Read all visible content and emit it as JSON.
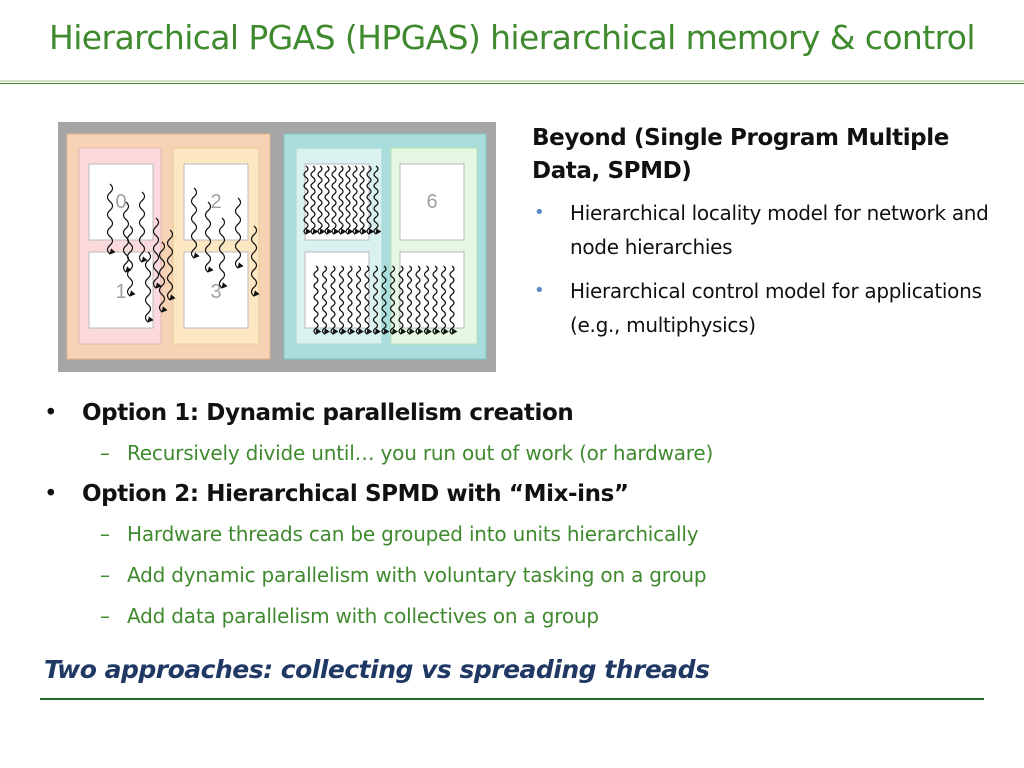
{
  "slide": {
    "title": "Hierarchical PGAS (HPGAS) hierarchical memory & control",
    "diagram": {
      "node_labels": [
        "0",
        "1",
        "2",
        "3",
        "6"
      ],
      "colors": {
        "outer_frame": "#a6a6a6",
        "group_left": "#f6d3b4",
        "group_right": "#a9dedd",
        "left_unit_a": "#fbd9dc",
        "left_unit_b": "#fde7c2",
        "right_unit_a": "#d9f1ef",
        "right_unit_b": "#e6f7e3",
        "cell": "#ffffff",
        "cell_border": "#bbbbbb",
        "thread": "#111111"
      }
    },
    "right": {
      "heading": "Beyond (Single Program Multiple Data, SPMD)",
      "bullets": [
        "Hierarchical locality model for network and node hierarchies",
        "Hierarchical control model for applications (e.g., multiphysics)"
      ]
    },
    "options": [
      {
        "label": "Option 1: Dynamic parallelism creation",
        "subitems": [
          "Recursively divide until… you run out of work (or hardware)"
        ]
      },
      {
        "label": "Option 2: Hierarchical SPMD with “Mix-ins”",
        "subitems": [
          "Hardware threads can be grouped into units hierarchically",
          "Add dynamic parallelism with voluntary tasking on a group",
          "Add data parallelism with collectives on a group"
        ]
      }
    ],
    "conclusion": "Two approaches: collecting vs spreading threads",
    "bullet_glyph": "•",
    "dash_glyph": "–",
    "colors": {
      "title": "#3f8a2e",
      "subitem_text": "#3f8a2e",
      "conclusion": "#1f3864",
      "right_bullet": "#5a87c5"
    }
  }
}
